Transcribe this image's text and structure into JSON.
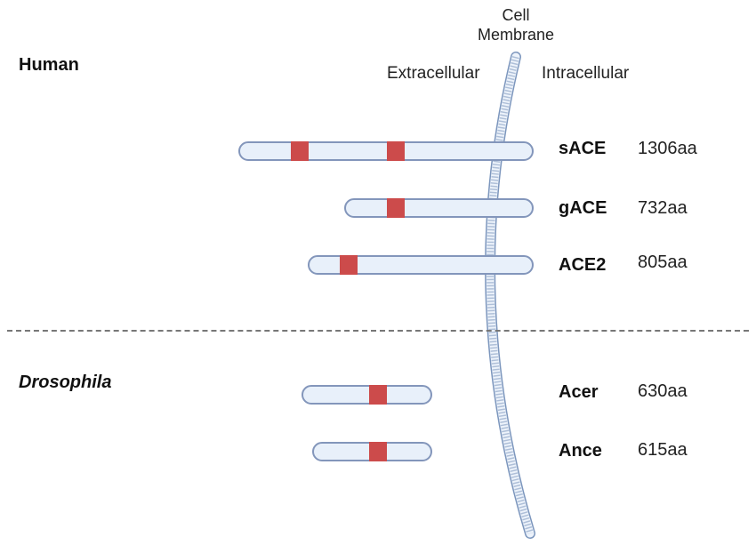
{
  "membrane": {
    "label_line1": "Cell",
    "label_line2": "Membrane",
    "extracellular": "Extracellular",
    "intracellular": "Intracellular"
  },
  "groups": {
    "human": "Human",
    "drosophila": "Drosophila"
  },
  "proteins": [
    {
      "name": "sACE",
      "length": "1306aa"
    },
    {
      "name": "gACE",
      "length": "732aa"
    },
    {
      "name": "ACE2",
      "length": "805aa"
    },
    {
      "name": "Acer",
      "length": "630aa"
    },
    {
      "name": "Ance",
      "length": "615aa"
    }
  ],
  "colors": {
    "domain": "#cc4b4b",
    "bar_fill": "#e8f0fa",
    "bar_border": "#8396bb",
    "membrane": "#9fb6d3"
  }
}
